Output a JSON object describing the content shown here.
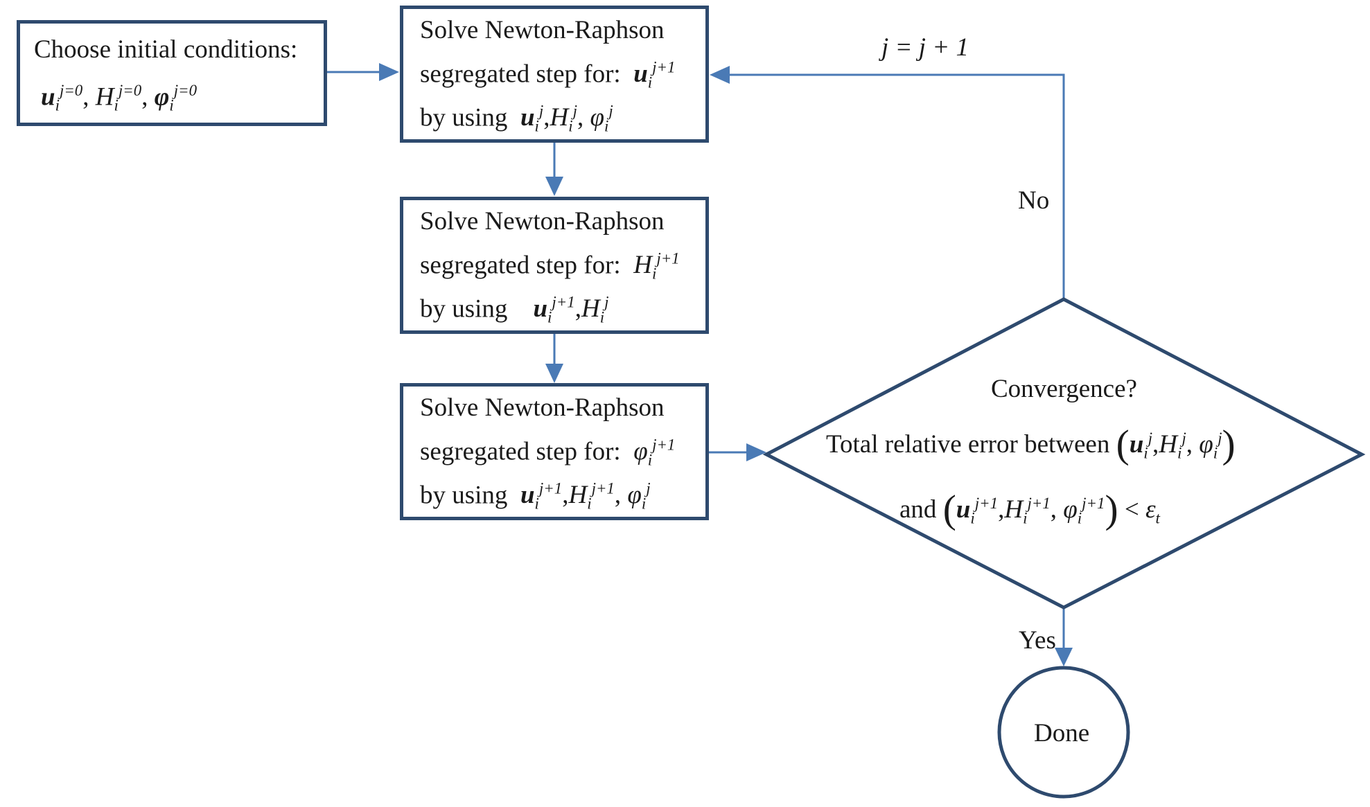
{
  "init_box": {
    "line1": "Choose initial conditions:",
    "line2": "u_i^{j=0}, H_i^{j=0}, φ_i^{j=0}",
    "u": "u",
    "H": "H",
    "phi": "φ",
    "sub": "i",
    "sup0": "j=0"
  },
  "step_u": {
    "line1": "Solve Newton-Raphson",
    "line2_text": "segregated step for:",
    "line3_text": "by using",
    "target": "u_i^{j+1}",
    "inputs": "u_i^j, H_i^j, φ_i^j"
  },
  "step_h": {
    "line1": "Solve Newton-Raphson",
    "line2_text": "segregated step for:",
    "line3_text": "by using",
    "target": "H_i^{j+1}",
    "inputs": "u_i^{j+1}, H_i^j"
  },
  "step_phi": {
    "line1": "Solve Newton-Raphson",
    "line2_text": "segregated step for:",
    "line3_text": "by using",
    "target": "φ_i^{j+1}",
    "inputs": "u_i^{j+1}, H_i^{j+1}, φ_i^j"
  },
  "decision": {
    "title": "Convergence?",
    "line2_text": "Total relative error between",
    "line3_text": "and",
    "set_j": "(u_i^j, H_i^j, φ_i^j)",
    "set_j1": "(u_i^{j+1}, H_i^{j+1}, φ_i^{j+1}) < ε_t"
  },
  "labels": {
    "iterate": "j = j + 1",
    "no": "No",
    "yes": "Yes"
  },
  "done": {
    "label": "Done"
  },
  "symbols": {
    "j": "j",
    "j1": "j+1",
    "j0": "j=0",
    "i": "i",
    "t": "t",
    "eps": "ε",
    "lt": "<",
    "comma": ","
  },
  "colors": {
    "box_border": "#2e4a6e",
    "arrow": "#4a7ab5"
  }
}
